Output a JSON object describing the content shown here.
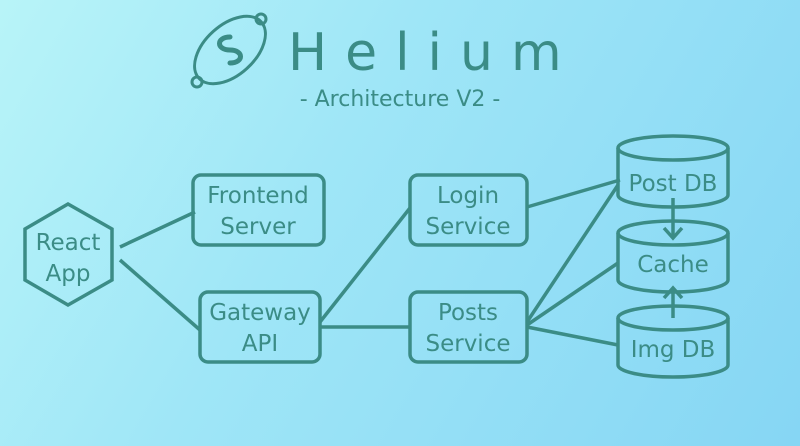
{
  "title": "Helium",
  "subtitle": "- Architecture V2 -",
  "icons": {
    "logo": "orbit-logo-icon"
  },
  "colors": {
    "background_start": "#b8f4f8",
    "background_end": "#86d6f4",
    "ink": "#3b8c86"
  },
  "nodes": {
    "react_app": {
      "line1": "React",
      "line2": "App"
    },
    "frontend_server": {
      "line1": "Frontend",
      "line2": "Server"
    },
    "gateway_api": {
      "line1": "Gateway",
      "line2": "API"
    },
    "login_service": {
      "line1": "Login",
      "line2": "Service"
    },
    "posts_service": {
      "line1": "Posts",
      "line2": "Service"
    },
    "post_db": {
      "label": "Post DB"
    },
    "cache": {
      "label": "Cache"
    },
    "img_db": {
      "label": "Img DB"
    }
  }
}
